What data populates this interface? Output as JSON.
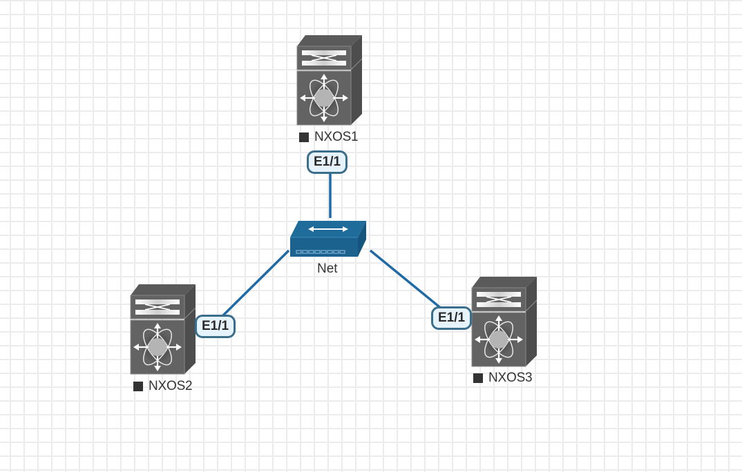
{
  "diagram": {
    "type": "network-topology",
    "colors": {
      "link": "#1f6aa5",
      "device_fill": "#636363",
      "device_dark": "#4e4e4e",
      "switch_fill": "#1f6c9b",
      "badge_border": "#3b6d8c",
      "badge_fill": "#e6f3fc",
      "label_text": "#333333"
    },
    "nodes": [
      {
        "id": "nxos1",
        "label": "NXOS1",
        "kind": "nexus-switch",
        "status_icon": "stopped-square-icon"
      },
      {
        "id": "nxos2",
        "label": "NXOS2",
        "kind": "nexus-switch",
        "status_icon": "stopped-square-icon"
      },
      {
        "id": "nxos3",
        "label": "NXOS3",
        "kind": "nexus-switch",
        "status_icon": "stopped-square-icon"
      },
      {
        "id": "net",
        "label": "Net",
        "kind": "unmanaged-switch"
      }
    ],
    "links": [
      {
        "from": "nxos1",
        "to": "net",
        "port": "E1/1"
      },
      {
        "from": "nxos2",
        "to": "net",
        "port": "E1/1"
      },
      {
        "from": "nxos3",
        "to": "net",
        "port": "E1/1"
      }
    ]
  }
}
